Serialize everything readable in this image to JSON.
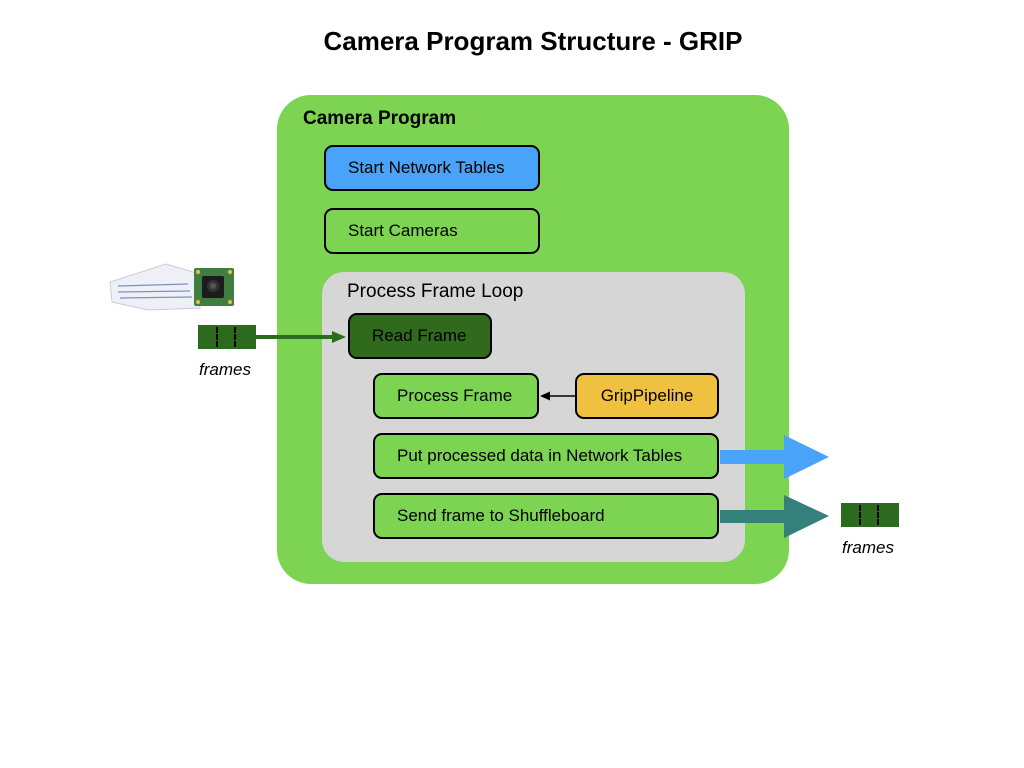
{
  "title": "Camera Program Structure - GRIP",
  "program": {
    "label": "Camera Program",
    "start_network_tables": "Start Network Tables",
    "start_cameras": "Start Cameras"
  },
  "loop": {
    "label": "Process Frame Loop",
    "read_frame": "Read Frame",
    "process_frame": "Process Frame",
    "grip_pipeline": "GripPipeline",
    "put_data": "Put processed data in Network Tables",
    "send_frame": "Send frame to Shuffleboard"
  },
  "frames_in_label": "frames",
  "frames_out_label": "frames",
  "colors": {
    "program_bg": "#7dd452",
    "loop_bg": "#d6d6d6",
    "network_tables": "#48a3f9",
    "read_frame": "#2f6a1d",
    "step": "#7dd452",
    "grip_pipeline": "#f0c040",
    "film": "#2c6b1e",
    "arrow_in": "#2c6b1e",
    "arrow_network": "#48a3f9",
    "arrow_shuffleboard": "#34807a"
  },
  "icons": {
    "camera": "camera-module-icon"
  }
}
